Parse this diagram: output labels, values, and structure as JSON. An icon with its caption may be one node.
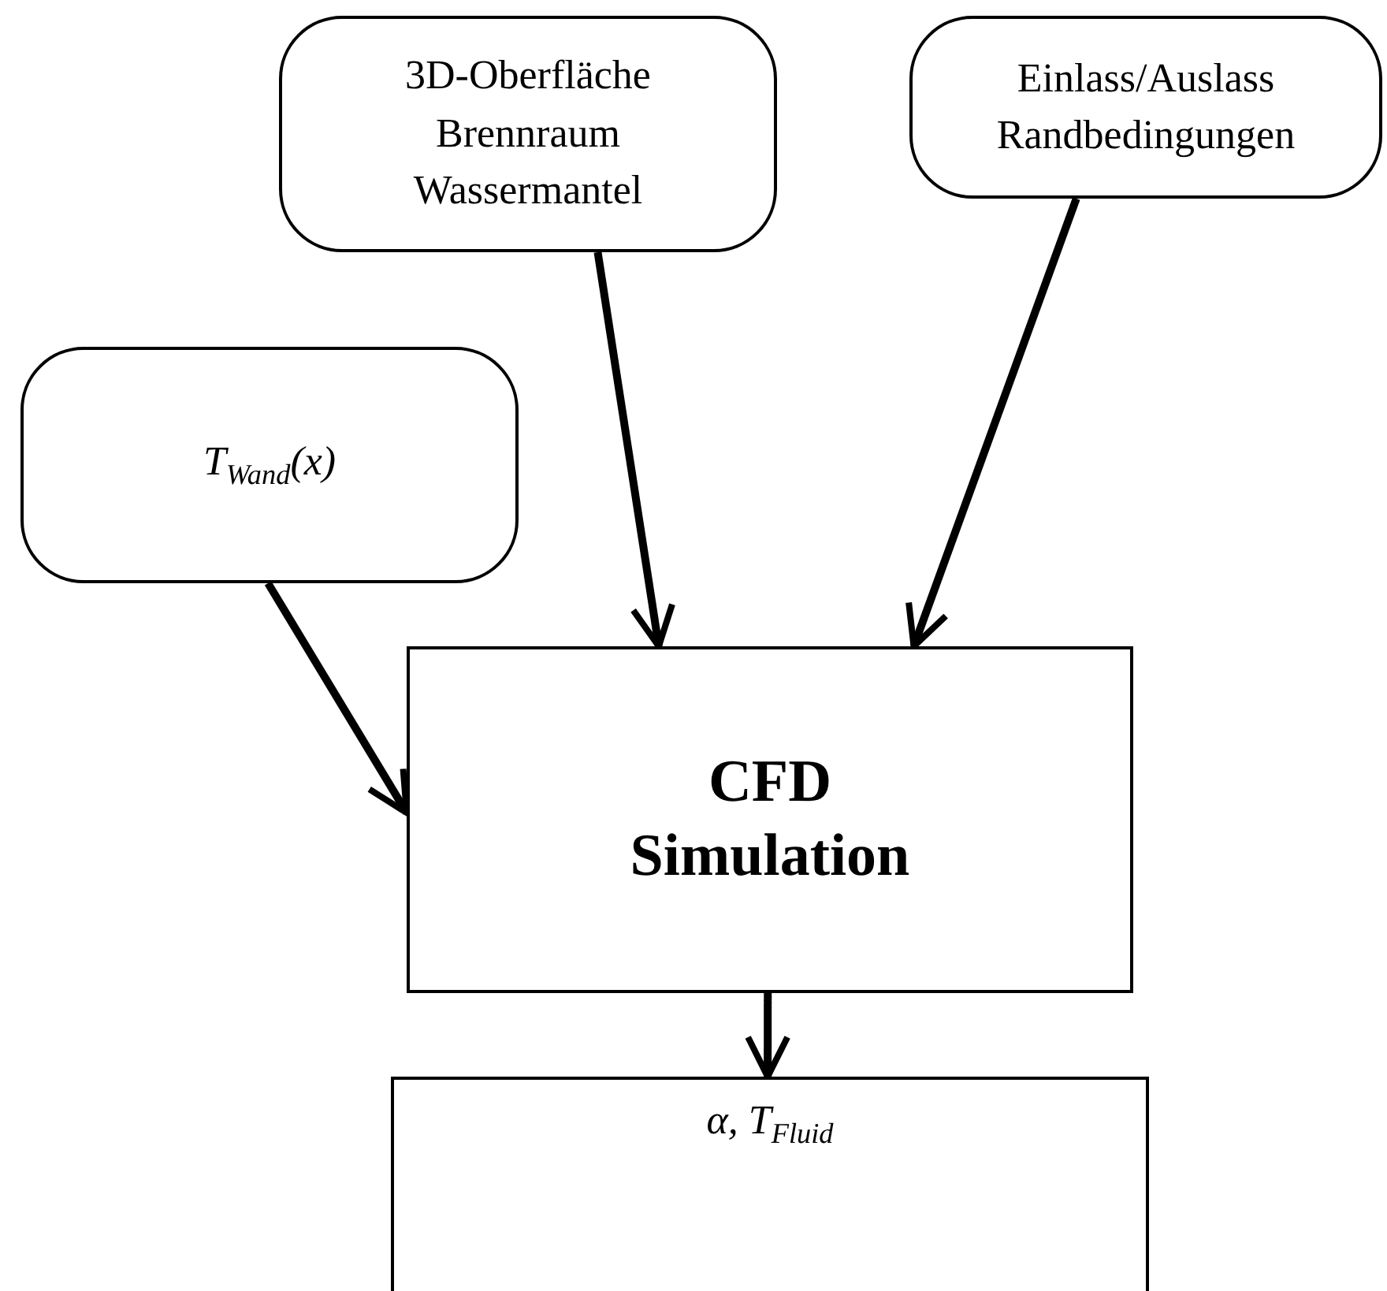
{
  "diagram": {
    "nodes": [
      {
        "text": [
          "3D-Oberfläche Brennraum Wassermantel"
        ]
      },
      {
        "text": [
          "Einlass/Auslass Randbedingungen"
        ]
      },
      {
        "text": [
          "T$_{Wand}$(x)"
        ]
      },
      {
        "text": [
          "CFD Simulation"
        ]
      },
      {
        "text": [
          "α, T$_{Fluid}$"
        ]
      }
    ],
    "edges": [
      {
        "from": 2,
        "to": 3,
        "arrow": "to"
      },
      {
        "from": 0,
        "to": 3,
        "arrow": "to"
      },
      {
        "from": 1,
        "to": 3,
        "arrow": "to"
      },
      {
        "from": 3,
        "to": 4,
        "arrow": "to"
      }
    ]
  }
}
